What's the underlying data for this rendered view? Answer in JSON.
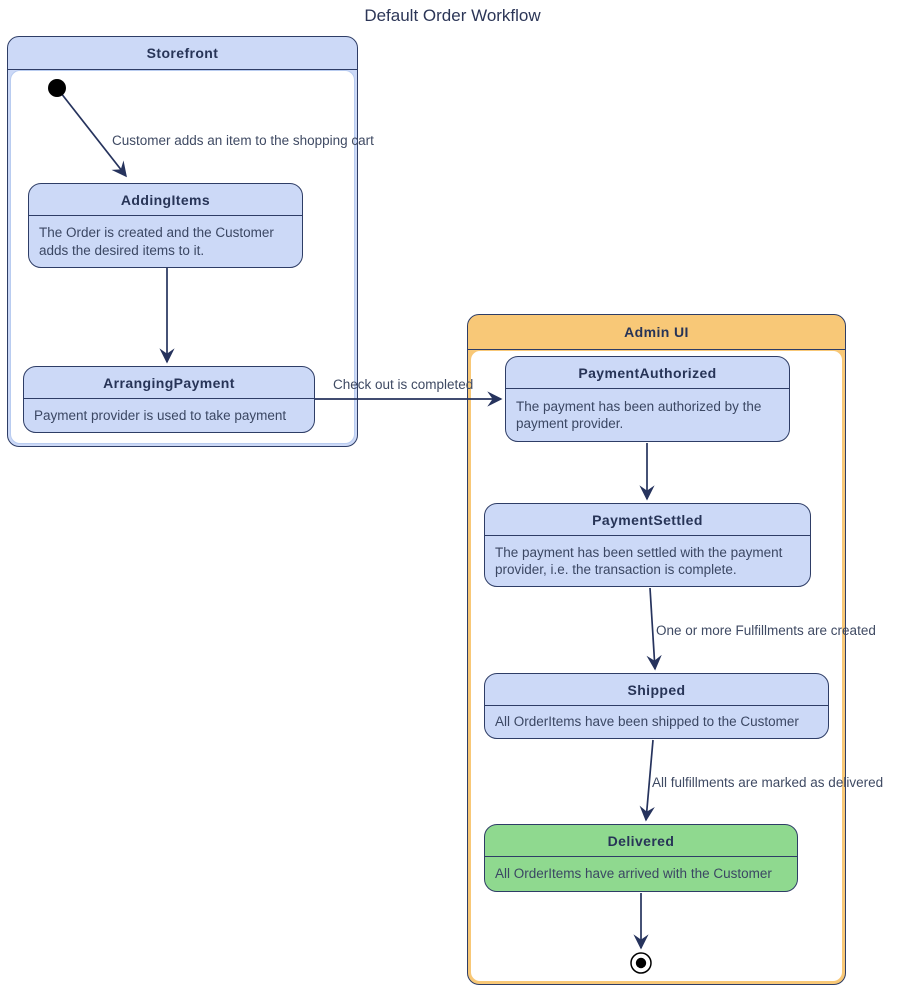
{
  "title": "Default Order Workflow",
  "clusters": {
    "storefront": {
      "label": "Storefront"
    },
    "admin_ui": {
      "label": "Admin UI"
    }
  },
  "states": {
    "adding_items": {
      "name": "AddingItems",
      "description": "The Order is created and the Customer adds the desired items to it."
    },
    "arranging_payment": {
      "name": "ArrangingPayment",
      "description": "Payment provider is used to take payment"
    },
    "payment_authorized": {
      "name": "PaymentAuthorized",
      "description": "The payment has been authorized by the payment provider."
    },
    "payment_settled": {
      "name": "PaymentSettled",
      "description": "The payment has been settled with the payment provider, i.e. the transaction is complete."
    },
    "shipped": {
      "name": "Shipped",
      "description": "All OrderItems have been shipped to the Customer"
    },
    "delivered": {
      "name": "Delivered",
      "description": "All OrderItems have arrived with the Customer"
    }
  },
  "edges": {
    "start_to_adding": {
      "label": "Customer adds an item to the shopping cart"
    },
    "arranging_to_auth": {
      "label": "Check out is completed"
    },
    "settled_to_shipped": {
      "label": "One or more Fulfillments are created"
    },
    "shipped_to_delivered": {
      "label": "All fulfillments are marked as delivered"
    }
  },
  "markers": {
    "initial_state": "filled-circle",
    "final_state": "ringed-circle"
  },
  "colors": {
    "state_fill": "#ccd9f7",
    "state_border": "#2e3d66",
    "storefront_header_fill": "#ccd9f7",
    "admin_header_fill": "#f8c877",
    "delivered_fill": "#8fd98f",
    "arrow": "#26335d",
    "edge_label_text": "#3f4a63",
    "title_text": "#2c3657"
  }
}
